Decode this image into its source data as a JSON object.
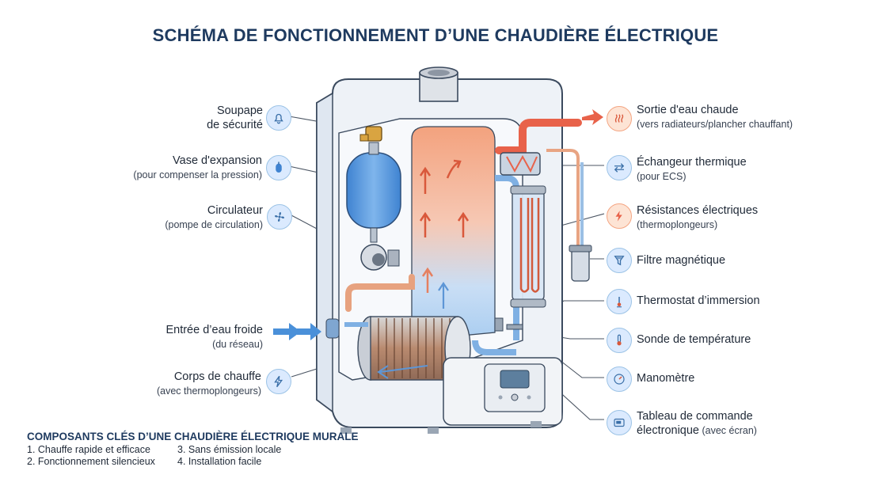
{
  "title": "SCHÉMA DE FONCTIONNEMENT D’UNE CHAUDIÈRE ÉLECTRIQUE",
  "labels": {
    "soupape": {
      "l1": "Soupape",
      "l2": "de sécurité",
      "icon": "bell-icon"
    },
    "vase": {
      "main": "Vase d'expansion",
      "sub": "(pour compenser la pression)",
      "icon": "tank-icon"
    },
    "circulateur": {
      "main": "Circulateur",
      "sub": "(pompe de circulation)",
      "icon": "fan-icon"
    },
    "entree": {
      "main": "Entrée d’eau froide",
      "sub": "(du réseau)",
      "icon": "arrow-right-icon"
    },
    "corps": {
      "main": "Corps de chauffe",
      "sub": "(avec thermoplongeurs)",
      "icon": "lightning-icon"
    },
    "sortie": {
      "main": "Sortie d'eau chaude",
      "sub": "(vers radiateurs/plancher chauffant)",
      "icon": "heat-waves-icon"
    },
    "echangeur": {
      "main": "Échangeur thermique",
      "sub": "(pour ECS)",
      "icon": "exchange-arrows-icon"
    },
    "resistances": {
      "main": "Résistances électriques",
      "sub": "(thermoplongeurs)",
      "icon": "lightning-icon"
    },
    "filtre": {
      "main": "Filtre magnétique",
      "icon": "filter-icon"
    },
    "thermostat": {
      "main": "Thermostat d’immersion",
      "icon": "thermometer-icon"
    },
    "sonde": {
      "main": "Sonde de température",
      "icon": "thermometer-icon"
    },
    "manometre": {
      "main": "Manomètre",
      "icon": "gauge-icon"
    },
    "tableau": {
      "l1": "Tableau de commande",
      "l2a": "électronique",
      "l2b": " (avec écran)",
      "icon": "screen-icon"
    }
  },
  "footer": {
    "heading": "COMPOSANTS CLÉS D’UNE CHAUDIÈRE ÉLECTRIQUE MURALE",
    "items": [
      "1. Chauffe rapide et efficace",
      "3. Sans émission locale",
      "2. Fonctionnement silencieux",
      "4. Installation facile"
    ]
  },
  "colors": {
    "accent": "#1e3a5f",
    "hot": "#e8624a",
    "cold": "#4a90d9"
  }
}
